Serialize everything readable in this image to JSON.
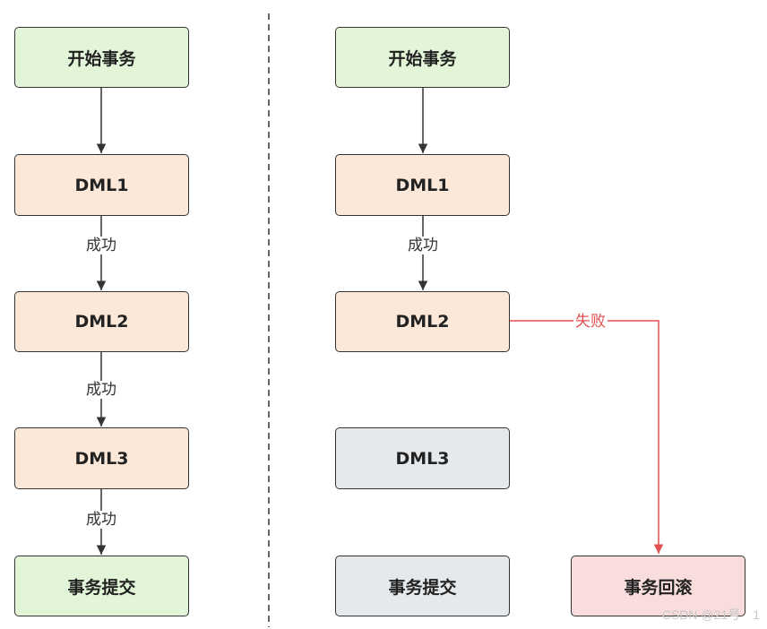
{
  "colors": {
    "start": "#e3f5d9",
    "dml": "#fbe8d8",
    "inactive": "#e5e9ec",
    "rollback": "#f9dcdc",
    "fail_line": "#e05050"
  },
  "left": {
    "start": "开始事务",
    "dml1": "DML1",
    "dml2": "DML2",
    "dml3": "DML3",
    "commit": "事务提交",
    "edge1": "成功",
    "edge2": "成功",
    "edge3": "成功"
  },
  "right": {
    "start": "开始事务",
    "dml1": "DML1",
    "dml2": "DML2",
    "dml3": "DML3",
    "commit": "事务提交",
    "rollback": "事务回滚",
    "edge1": "成功",
    "fail_edge": "失败"
  },
  "watermark": "CSDN @21号　1"
}
